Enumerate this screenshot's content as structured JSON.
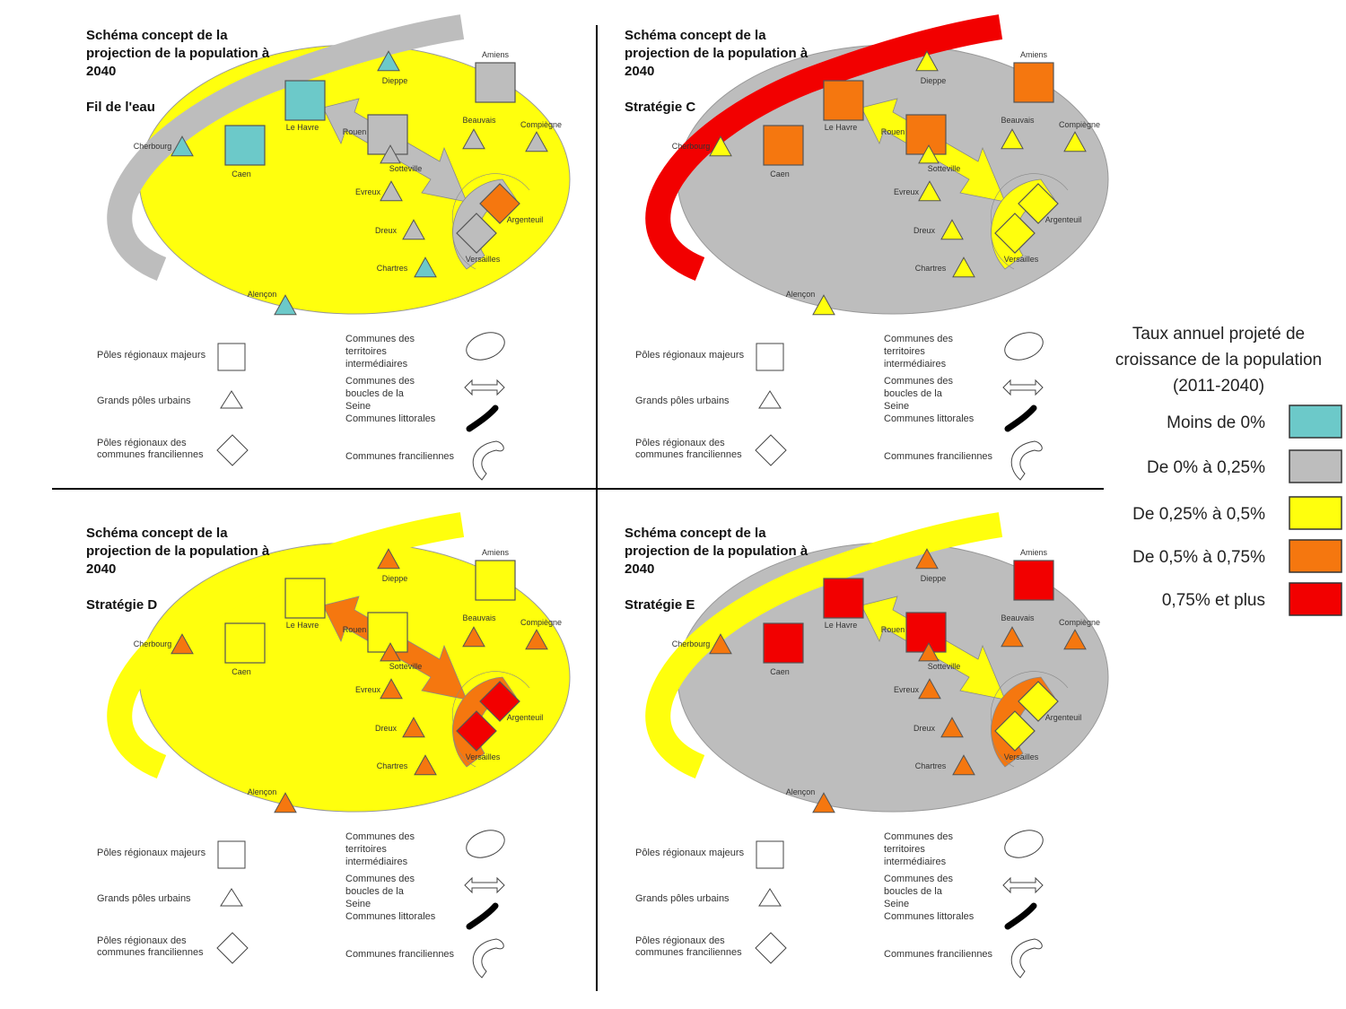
{
  "colors": {
    "below_0": "#6cc9c9",
    "r0_025": "#bdbdbd",
    "r025_05": "#ffff0d",
    "r05_075": "#f5770f",
    "r075_plus": "#f20000",
    "outline": "#555555"
  },
  "common": {
    "title_lines": [
      "Schéma concept de la",
      "projection de la population à",
      "2040"
    ]
  },
  "city_labels": {
    "amiens": "Amiens",
    "dieppe": "Dieppe",
    "lehavre": "Le Havre",
    "rouen": "Rouen",
    "sotteville": "Sotteville",
    "beauvais": "Beauvais",
    "compiegne": "Compiègne",
    "cherbourg": "Cherbourg",
    "caen": "Caen",
    "evreux": "Evreux",
    "dreux": "Dreux",
    "chartres": "Chartres",
    "alencon": "Alençon",
    "argenteuil": "Argenteuil",
    "versailles": "Versailles"
  },
  "legend": {
    "poles_majeurs": "Pôles régionaux majeurs",
    "grands_poles": "Grands pôles urbains",
    "poles_franciliens": [
      "Pôles régionaux des",
      "communes franciliennes"
    ],
    "territoires": [
      "Communes des",
      "territoires",
      "intermédiaires"
    ],
    "boucles": [
      "Communes des",
      "boucles de la",
      "Seine"
    ],
    "littorales": "Communes littorales",
    "franciliennes": "Communes franciliennes"
  },
  "rate_legend": {
    "title_lines": [
      "Taux annuel projeté de",
      "croissance de la population",
      "(2011-2040)"
    ],
    "items": [
      {
        "label": "Moins de 0%",
        "color_key": "below_0"
      },
      {
        "label": "De 0% à 0,25%",
        "color_key": "r0_025"
      },
      {
        "label": "De 0,25% à 0,5%",
        "color_key": "r025_05"
      },
      {
        "label": "De 0,5% à 0,75%",
        "color_key": "r05_075"
      },
      {
        "label": "0,75% et plus",
        "color_key": "r075_plus"
      }
    ]
  },
  "panels": [
    {
      "scenario": "Fil de l'eau",
      "fills": {
        "territoires": "r025_05",
        "littorales": "r0_025",
        "boucles": "r0_025",
        "franciliennes": "r0_025",
        "poles_majeurs": "below_0",
        "poles_majeurs_amiens": "r0_025",
        "rouen": "r0_025",
        "triangles": "r0_025",
        "triangles_coast": "below_0",
        "diamond_argenteuil": "r05_075",
        "diamond_versailles": "r0_025"
      }
    },
    {
      "scenario": "Stratégie C",
      "fills": {
        "territoires": "r0_025",
        "littorales": "r075_plus",
        "boucles": "r025_05",
        "franciliennes": "r025_05",
        "poles_majeurs": "r05_075",
        "poles_majeurs_amiens": "r05_075",
        "rouen": "r05_075",
        "triangles": "r025_05",
        "triangles_coast": "r025_05",
        "diamond_argenteuil": "r025_05",
        "diamond_versailles": "r025_05"
      }
    },
    {
      "scenario": "Stratégie D",
      "fills": {
        "territoires": "r025_05",
        "littorales": "r025_05",
        "boucles": "r05_075",
        "franciliennes": "r05_075",
        "poles_majeurs": "r025_05",
        "poles_majeurs_amiens": "r025_05",
        "rouen": "r025_05",
        "triangles": "r05_075",
        "triangles_coast": "r05_075",
        "diamond_argenteuil": "r075_plus",
        "diamond_versailles": "r075_plus"
      }
    },
    {
      "scenario": "Stratégie E",
      "fills": {
        "territoires": "r0_025",
        "littorales": "r025_05",
        "boucles": "r025_05",
        "franciliennes": "r05_075",
        "poles_majeurs": "r075_plus",
        "poles_majeurs_amiens": "r075_plus",
        "rouen": "r075_plus",
        "triangles": "r05_075",
        "triangles_coast": "r05_075",
        "diamond_argenteuil": "r025_05",
        "diamond_versailles": "r025_05"
      }
    }
  ]
}
